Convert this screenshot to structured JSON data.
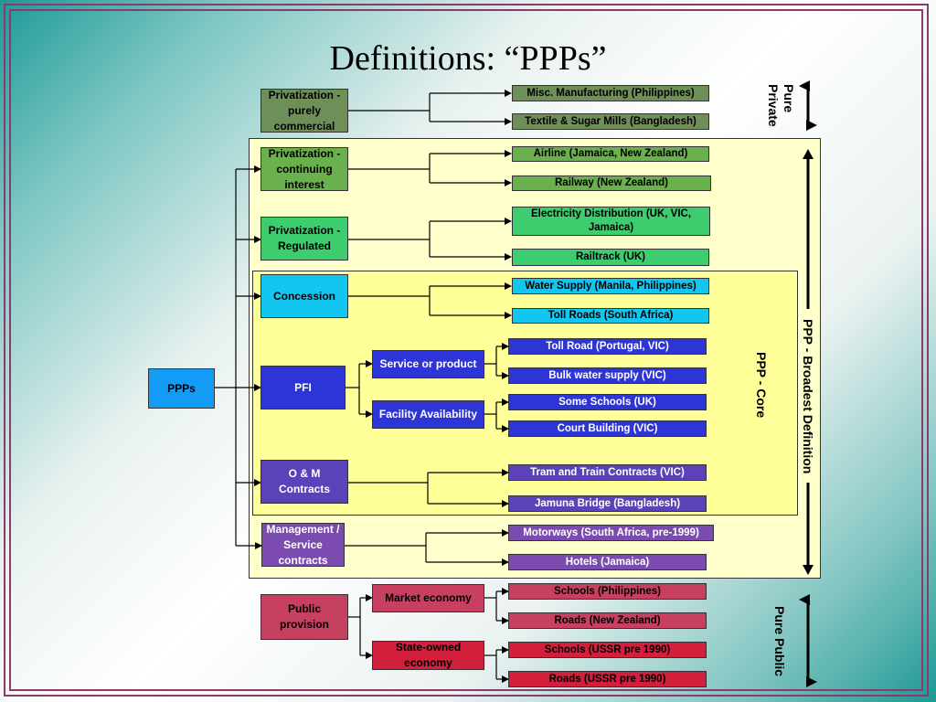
{
  "title": "Definitions: “PPPs”",
  "root": "PPPs",
  "categories": {
    "privatization_commercial": "Privatization - purely commercial",
    "privatization_continuing": "Privatization - continuing interest",
    "privatization_regulated": "Privatization - Regulated",
    "concession": "Concession",
    "pfi": "PFI",
    "om_contracts": "O & M Contracts",
    "management_service": "Management / Service contracts",
    "public_provision": "Public provision"
  },
  "subcategories": {
    "service_or_product": "Service or product",
    "facility_availability": "Facility Availability",
    "market_economy": "Market economy",
    "state_owned": "State-owned economy"
  },
  "examples": {
    "misc_manufacturing": "Misc. Manufacturing (Philippines)",
    "textile_sugar": "Textile & Sugar Mills (Bangladesh)",
    "airline": "Airline (Jamaica, New Zealand)",
    "railway_nz": "Railway (New Zealand)",
    "electricity": "Electricity Distribution (UK, VIC, Jamaica)",
    "railtrack": "Railtrack (UK)",
    "water_supply": "Water Supply (Manila, Philippines)",
    "toll_roads_sa": "Toll Roads (South Africa)",
    "toll_road_portugal": "Toll Road (Portugal, VIC)",
    "bulk_water": "Bulk water supply (VIC)",
    "some_schools": "Some Schools (UK)",
    "court_building": "Court Building (VIC)",
    "tram_train": "Tram and Train Contracts (VIC)",
    "jamuna_bridge": "Jamuna Bridge (Bangladesh)",
    "motorways": "Motorways (South Africa, pre-1999)",
    "hotels": "Hotels (Jamaica)",
    "schools_ph": "Schools (Philippines)",
    "roads_nz": "Roads (New Zealand)",
    "schools_ussr": "Schools (USSR pre 1990)",
    "roads_ussr": "Roads (USSR pre 1990)"
  },
  "scale_labels": {
    "pure_private": "Pure Private",
    "ppp_broadest": "PPP - Broadest Definition",
    "ppp_core": "PPP - Core",
    "pure_public": "Pure Public"
  },
  "colors": {
    "frame": "#8b3a6b",
    "broad_region": "#ffffcc",
    "core_region": "#ffff99",
    "olive": "#6e8f58",
    "green_light": "#6ab04c",
    "green": "#3dcc6e",
    "cyan": "#12c6f0",
    "blue": "#2e35d6",
    "purple": "#5b42b8",
    "violet": "#7b4bb0",
    "rose": "#c7405f",
    "red": "#d21f3c",
    "ppps": "#139cf5"
  }
}
